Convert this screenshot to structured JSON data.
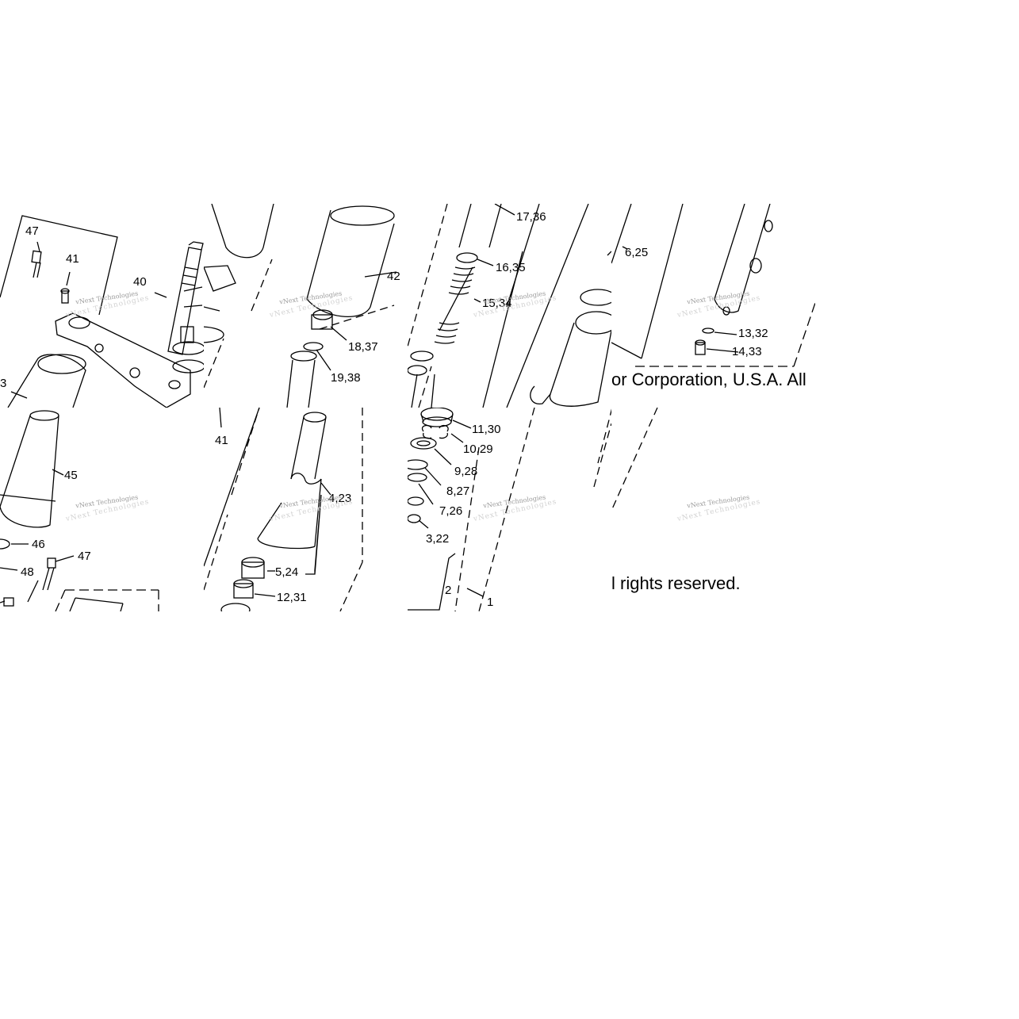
{
  "diagram": {
    "part_labels": {
      "p47a": "47",
      "p41a": "41",
      "p40": "40",
      "p3": "3",
      "p42": "42",
      "p18_37": "18,37",
      "p19_38": "19,38",
      "p17_36": "17,36",
      "p16_35": "16,35",
      "p15_34": "15,34",
      "p6_25": "6,25",
      "p13_32": "13,32",
      "p14_33": "14,33",
      "p45": "45",
      "p46": "46",
      "p47b": "47",
      "p48": "48",
      "p41b": "41",
      "p4_23": "4,23",
      "p5_24": "5,24",
      "p12_31": "12,31",
      "p11_30": "11,30",
      "p10_29": "10,29",
      "p9_28": "9,28",
      "p8_27": "8,27",
      "p7_26": "7,26",
      "p3_22": "3,22",
      "p2": "2",
      "p1": "1"
    },
    "copyright_fragment_1": "or Corporation, U.S.A. All",
    "copyright_fragment_2": "l rights reserved.",
    "watermark": "vNext Technologies"
  }
}
